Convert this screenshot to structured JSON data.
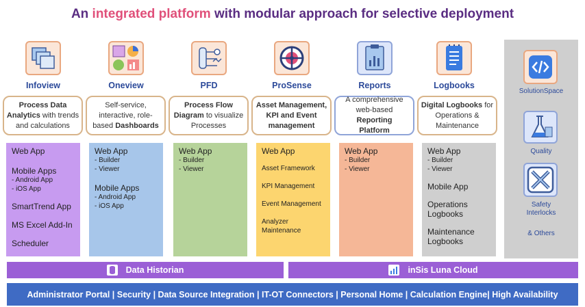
{
  "title": {
    "pre": "An ",
    "highlight": "integrated platform",
    "post": " with modular approach for selective deployment"
  },
  "modules": [
    {
      "name": "Infoview"
    },
    {
      "name": "Oneview"
    },
    {
      "name": "PFD"
    },
    {
      "name": "ProSense"
    },
    {
      "name": "Reports"
    },
    {
      "name": "Logbooks"
    }
  ],
  "descriptions": {
    "infoview": {
      "b1": "Process Data",
      "b2": "Analytics",
      "t2": " with trends",
      "t3": "and calculations"
    },
    "oneview": {
      "t1": "Self-service,",
      "t2": "interactive, role-",
      "t3": "based ",
      "b3": "Dashboards"
    },
    "pfd": {
      "b1": "Process Flow",
      "b2": "Diagram",
      "t2": " to visualize",
      "t3": "Processes"
    },
    "prosense": {
      "b1": "Asset Management,",
      "b2": "KPI and Event",
      "b3": "management"
    },
    "reports": {
      "t1": "A comprehensive",
      "t2": "web-based ",
      "b2": "Reporting",
      "b3": "Platform"
    },
    "logbooks": {
      "b1": "Digital Logbooks",
      "t1": " for",
      "t2": "Operations &",
      "t3": "Maintenance"
    }
  },
  "columns": {
    "infoview": {
      "web_app": "Web App",
      "mobile_apps": "Mobile Apps",
      "android": "- Android App",
      "ios": "- iOS App",
      "smarttrend": "SmartTrend App",
      "excel": "MS Excel Add-In",
      "scheduler": "Scheduler"
    },
    "oneview": {
      "web_app": "Web App",
      "builder": "- Builder",
      "viewer": "- Viewer",
      "mobile_apps": "Mobile Apps",
      "android": "- Android App",
      "ios": "- iOS App"
    },
    "pfd": {
      "web_app": "Web App",
      "builder": "- Builder",
      "viewer": "- Viewer"
    },
    "prosense": {
      "web_app": "Web App",
      "asset": "Asset Framework",
      "kpi": "KPI Management",
      "event": "Event Management",
      "analyzer1": "Analyzer",
      "analyzer2": "Maintenance"
    },
    "reports": {
      "web_app": "Web App",
      "builder": "- Builder",
      "viewer": "- Viewer"
    },
    "logbooks": {
      "web_app": "Web App",
      "builder": "- Builder",
      "viewer": "- Viewer",
      "mobile": "Mobile App",
      "ops1": "Operations",
      "ops2": "Logbooks",
      "maint1": "Maintenance",
      "maint2": "Logbooks"
    }
  },
  "side": {
    "solutionspace": "SolutionSpace",
    "quality": "Quality",
    "safety1": "Safety",
    "safety2": "Interlocks",
    "others": "& Others"
  },
  "bars": {
    "historian": "Data Historian",
    "cloud": "inSis Luna Cloud"
  },
  "bottom": "Administrator Portal  | Security | Data Source Integration | IT-OT Connectors | Personal Home | Calculation Engine| High Availability",
  "colors": {
    "title": "#5a2d82",
    "title_highlight": "#e0507a",
    "infoview_col": "#c79bf0",
    "oneview_col": "#a7c6ea",
    "pfd_col": "#b6d39a",
    "prosense_col": "#fcd56f",
    "reports_col": "#f5b797",
    "logbooks_col": "#cfcfcf",
    "bar": "#9b5fd6",
    "bottom": "#3f6bc4"
  }
}
